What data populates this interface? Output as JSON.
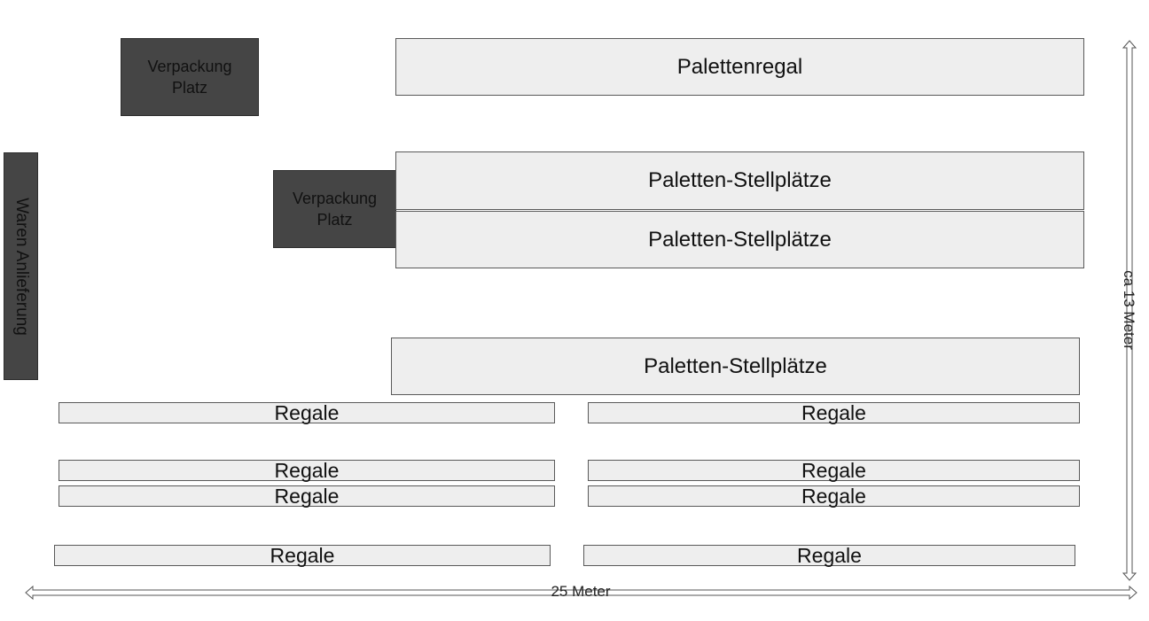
{
  "verpackung_top": {
    "line1": "Verpackung",
    "line2": "Platz"
  },
  "verpackung_mid": {
    "line1": "Verpackung",
    "line2": "Platz"
  },
  "waren": "Waren Anlieferung",
  "palettenregal": "Palettenregal",
  "stellplatz": [
    "Paletten-Stellplätze",
    "Paletten-Stellplätze",
    "Paletten-Stellplätze"
  ],
  "regale_left": [
    "Regale",
    "Regale",
    "Regale",
    "Regale"
  ],
  "regale_right": [
    "Regale",
    "Regale",
    "Regale",
    "Regale"
  ],
  "dimensions": {
    "width": "25 Meter",
    "height": "ca 13 Meter"
  }
}
